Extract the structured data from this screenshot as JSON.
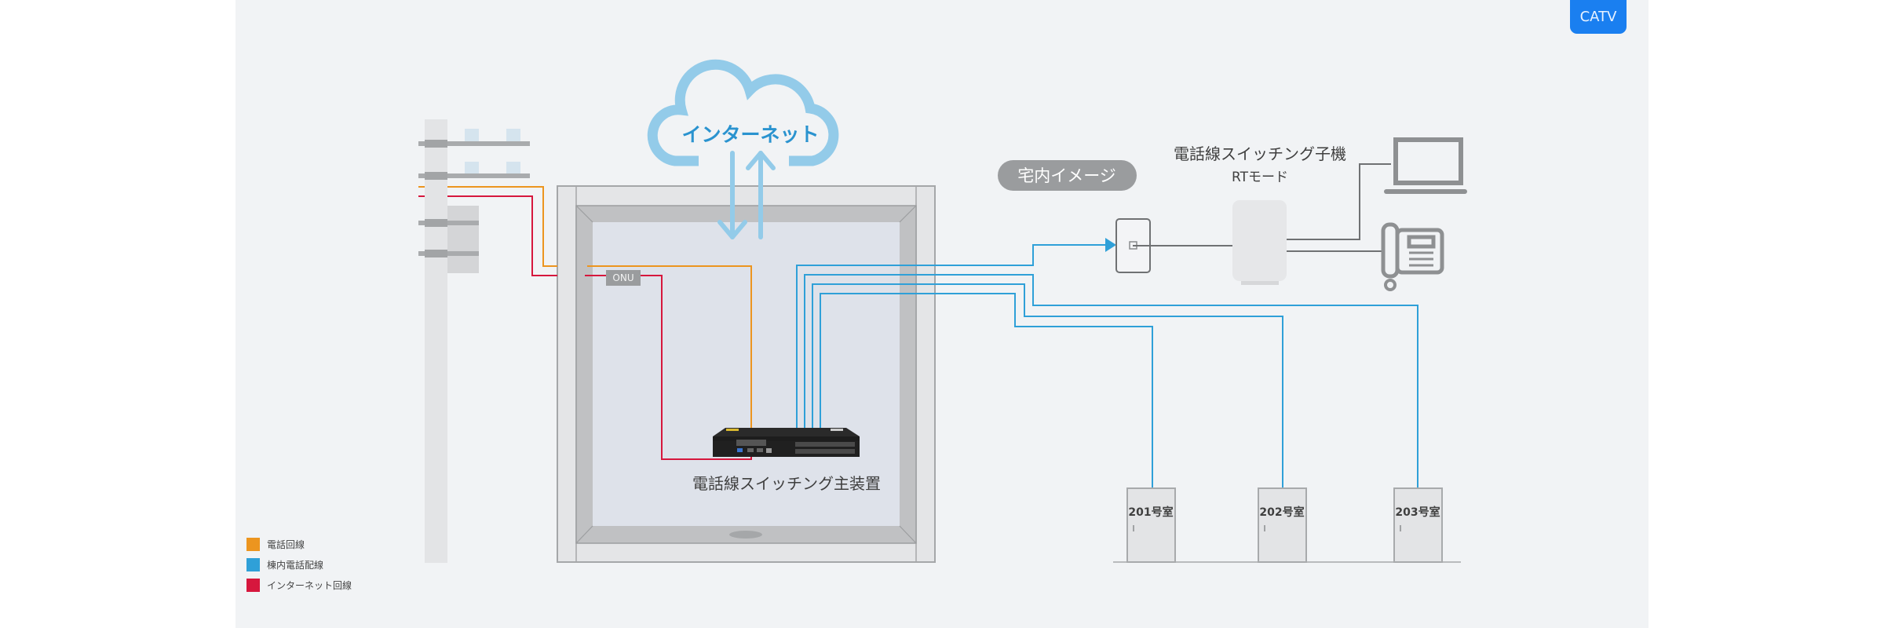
{
  "catv_button": {
    "label": "CATV"
  },
  "cloud": {
    "label": "インターネット"
  },
  "building": {
    "onu_label": "ONU",
    "main_unit_label": "電話線スイッチング主装置"
  },
  "home": {
    "badge_label": "宅内イメージ",
    "sub_unit_title": "電話線スイッチング子機",
    "sub_unit_mode": "RTモード"
  },
  "rooms": [
    {
      "label": "201号室"
    },
    {
      "label": "202号室"
    },
    {
      "label": "203号室"
    }
  ],
  "legend": [
    {
      "label": "電話回線",
      "color": "#ec951f"
    },
    {
      "label": "棟内電話配線",
      "color": "#2fa0d8"
    },
    {
      "label": "インターネット回線",
      "color": "#d6173d"
    }
  ],
  "colors": {
    "phone_line": "#ec951f",
    "internal_wiring": "#2fa0d8",
    "internet_line": "#d6173d",
    "cloud": "#93cbe9",
    "cloud_text": "#2a93cf",
    "catv_accent": "#1a7ff0"
  },
  "icons": [
    "cloud-icon",
    "utility-pole-icon",
    "building-icon",
    "switch-unit-icon",
    "wall-jack-icon",
    "router-icon",
    "laptop-icon",
    "telephone-icon",
    "door-icon"
  ]
}
